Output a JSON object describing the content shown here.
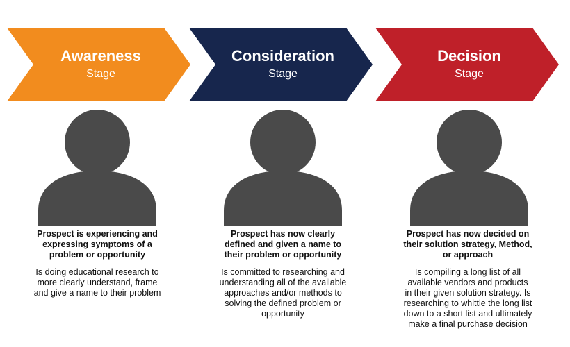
{
  "colors": {
    "awareness": "#f28c1e",
    "consideration": "#17264d",
    "decision": "#bf2029",
    "person": "#4a4a4a"
  },
  "icons": {
    "person": "person-silhouette-icon"
  },
  "stages": [
    {
      "title": "Awareness",
      "subtitle": "Stage",
      "headline": "Prospect is experiencing and\nexpressing symptoms of a\nproblem or opportunity",
      "body": "Is doing educational research to\nmore clearly understand, frame\nand give a name to their problem"
    },
    {
      "title": "Consideration",
      "subtitle": "Stage",
      "headline": "Prospect has now clearly\ndefined and given a name to\ntheir problem or opportunity",
      "body": "Is committed to researching and\nunderstanding all of the available\napproaches and/or methods to\nsolving the defined problem or\nopportunity"
    },
    {
      "title": "Decision",
      "subtitle": "Stage",
      "headline": "Prospect has now decided on\ntheir solution strategy, Method,\nor approach",
      "body": "Is compiling a long list of all\navailable vendors and products\nin their given solution strategy. Is\nresearching to whittle the long list\ndown to a short list and ultimately\nmake a final purchase decision"
    }
  ]
}
